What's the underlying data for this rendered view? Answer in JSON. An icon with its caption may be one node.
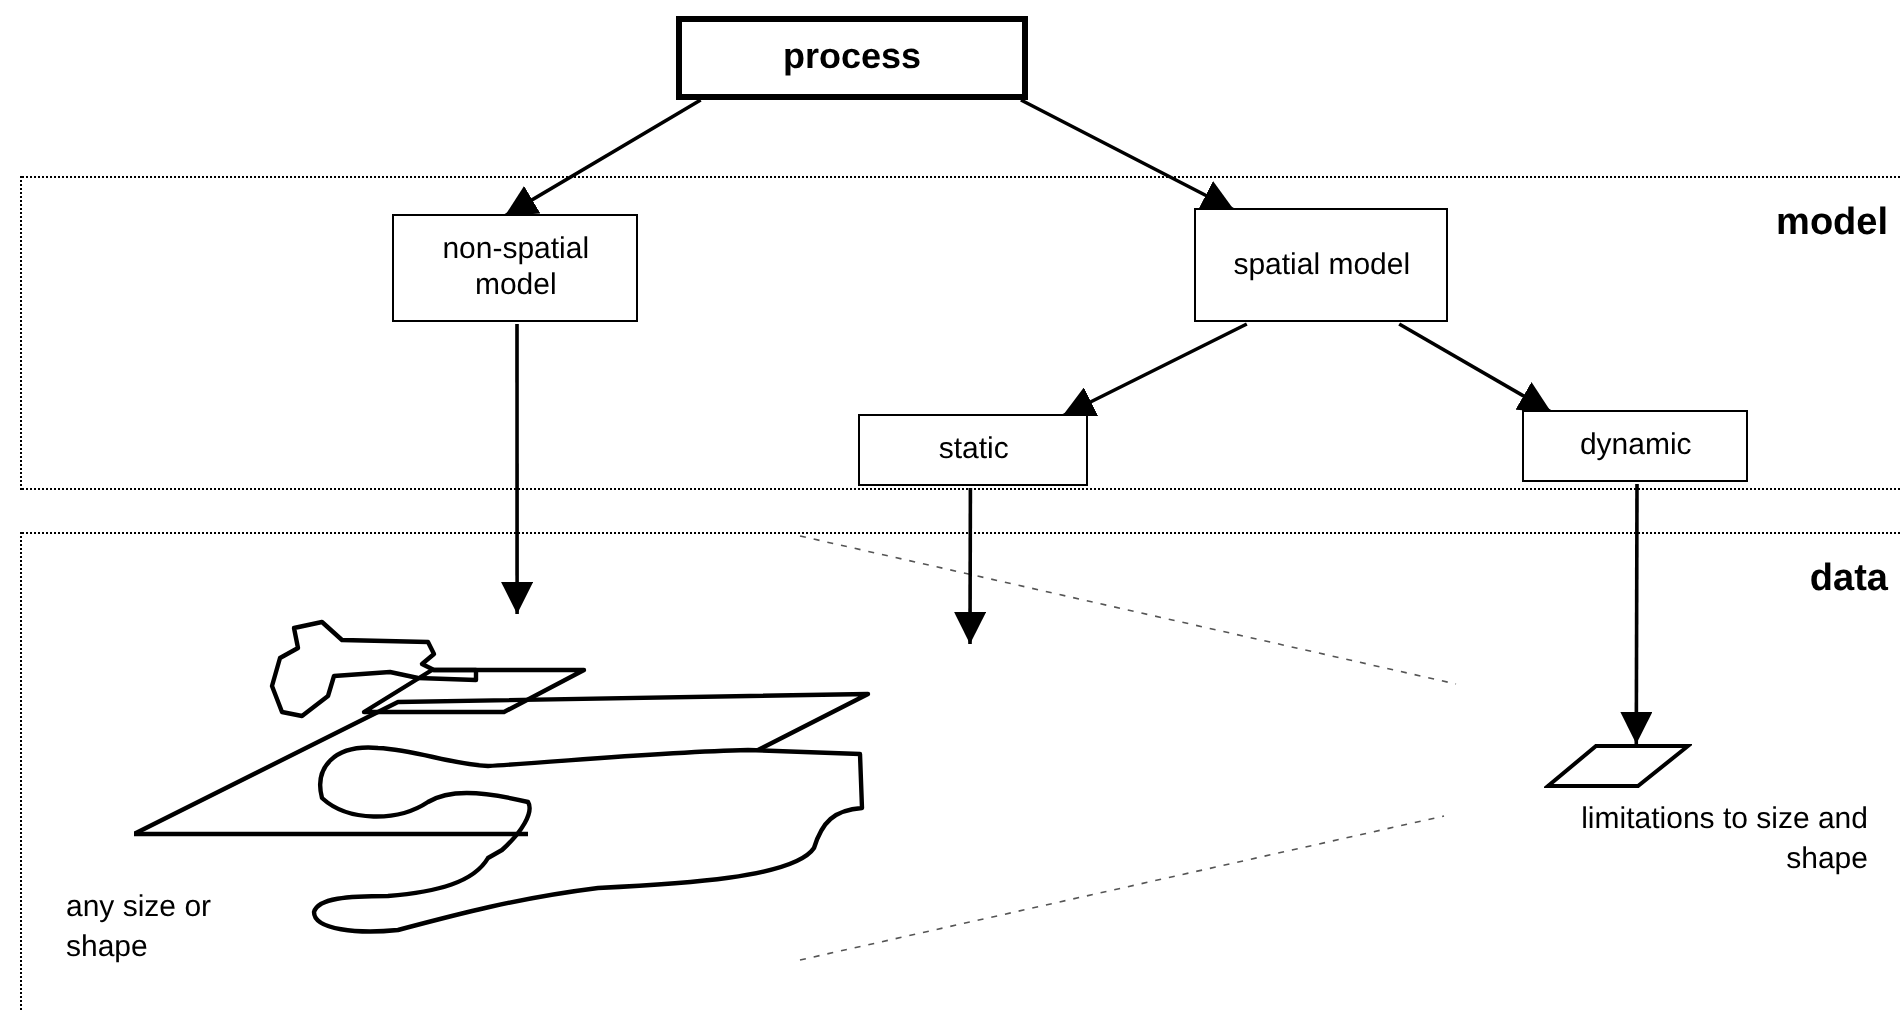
{
  "diagram": {
    "nodes": [
      {
        "text": [
          "process"
        ]
      },
      {
        "text": [
          "model"
        ]
      },
      {
        "text": [
          "non-spatial model"
        ],
        "in": 1
      },
      {
        "text": [
          "spatial model"
        ],
        "in": 1
      },
      {
        "text": [
          "static"
        ],
        "in": 1
      },
      {
        "text": [
          "dynamic"
        ],
        "in": 1
      },
      {
        "text": [
          "data"
        ]
      },
      {
        "text": [],
        "shape": "picture",
        "in": 6
      },
      {
        "text": [],
        "shape": "parallelogram",
        "in": 6,
        "beside": [
          "limitations to size and shape"
        ]
      }
    ],
    "edges": [
      {
        "from": 0,
        "to": 2,
        "arrow": "to"
      },
      {
        "from": 0,
        "to": 3,
        "arrow": "to"
      },
      {
        "from": 2,
        "to": 7,
        "arrow": "to"
      },
      {
        "from": 3,
        "to": 4,
        "arrow": "to"
      },
      {
        "from": 3,
        "to": 5,
        "arrow": "to"
      },
      {
        "from": 4,
        "to": null,
        "arrow": "to"
      },
      {
        "from": 5,
        "to": 8,
        "arrow": "to"
      }
    ],
    "labels": [
      "any size or shape"
    ]
  }
}
